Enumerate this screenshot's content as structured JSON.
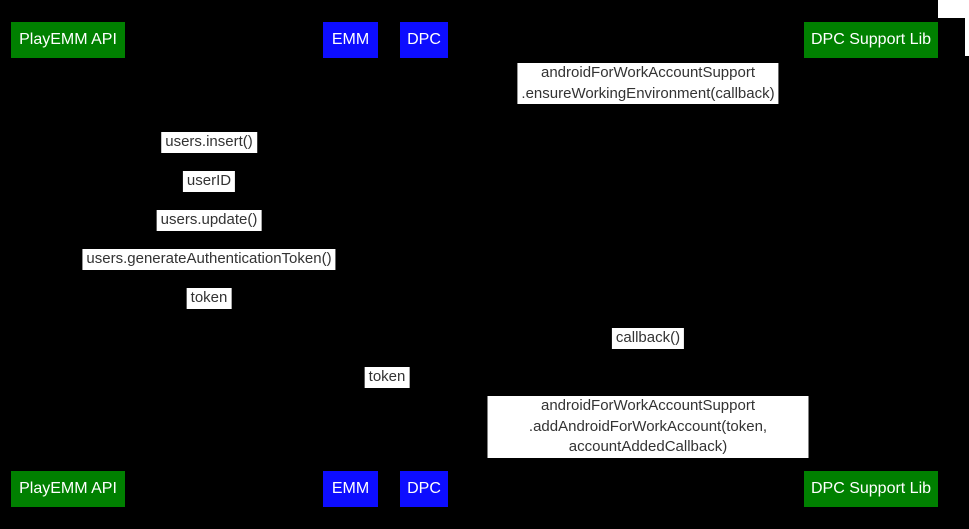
{
  "colors": {
    "background": "#000000",
    "actor_green": "#008000",
    "actor_blue": "#0d0dff",
    "actor_text": "#ffffff",
    "message_bg": "#ffffff",
    "message_text": "#333333"
  },
  "actors": [
    {
      "label": "PlayEMM API",
      "color": "#008000"
    },
    {
      "label": "EMM",
      "color": "#0d0dff"
    },
    {
      "label": "DPC",
      "color": "#0d0dff"
    },
    {
      "label": "DPC Support Lib",
      "color": "#008000"
    }
  ],
  "messages": [
    {
      "text": "androidForWorkAccountSupport\n.ensureWorkingEnvironment(callback)"
    },
    {
      "text": "users.insert()"
    },
    {
      "text": "userID"
    },
    {
      "text": "users.update()"
    },
    {
      "text": "users.generateAuthenticationToken()"
    },
    {
      "text": "token"
    },
    {
      "text": "callback()"
    },
    {
      "text": "token"
    },
    {
      "text": "androidForWorkAccountSupport\n.addAndroidForWorkAccount(token, accountAddedCallback)"
    }
  ]
}
